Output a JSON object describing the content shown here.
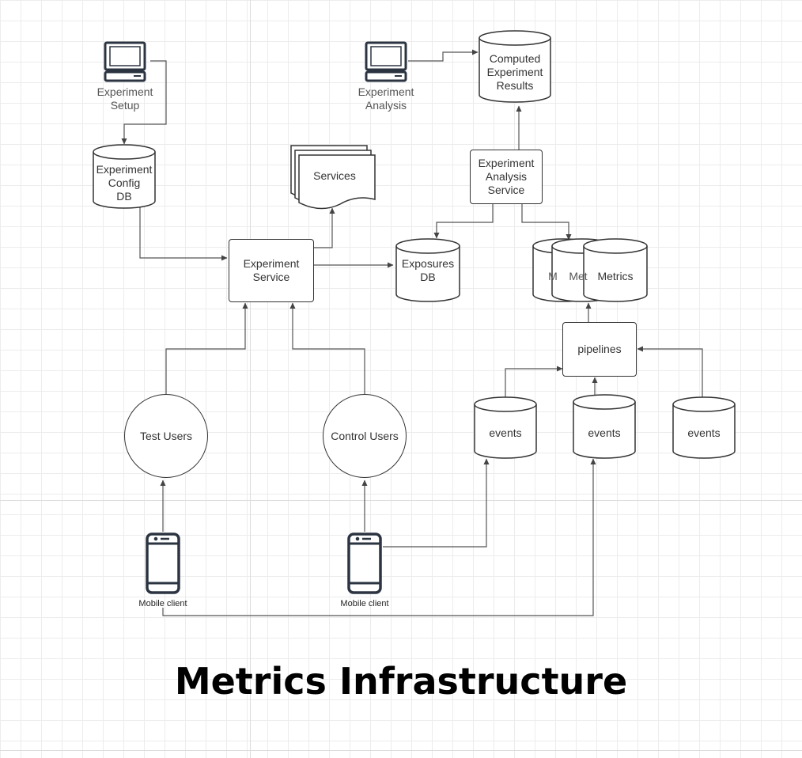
{
  "title": "Metrics Infrastructure",
  "colors": {
    "stroke": "#333333",
    "arrow": "#444444",
    "grid": "#ececec"
  },
  "nodes": {
    "experiment_setup": "Experiment\nSetup",
    "experiment_analysis": "Experiment\nAnalysis",
    "computed_results": "Computed\nExperiment\nResults",
    "experiment_config_db": "Experiment\nConfig\nDB",
    "services": "Services",
    "experiment_analysis_service": "Experiment\nAnalysis\nService",
    "experiment_service": "Experiment\nService",
    "exposures_db": "Exposures\nDB",
    "metrics_back": "M",
    "metrics_mid": "Met",
    "metrics_front": "Metrics",
    "pipelines": "pipelines",
    "test_users": "Test Users",
    "control_users": "Control Users",
    "events_1": "events",
    "events_2": "events",
    "events_3": "events",
    "mobile_client_1": "Mobile client",
    "mobile_client_2": "Mobile client"
  },
  "icons": [
    "computer-icon",
    "computer-icon",
    "mobile-phone-icon",
    "mobile-phone-icon"
  ]
}
